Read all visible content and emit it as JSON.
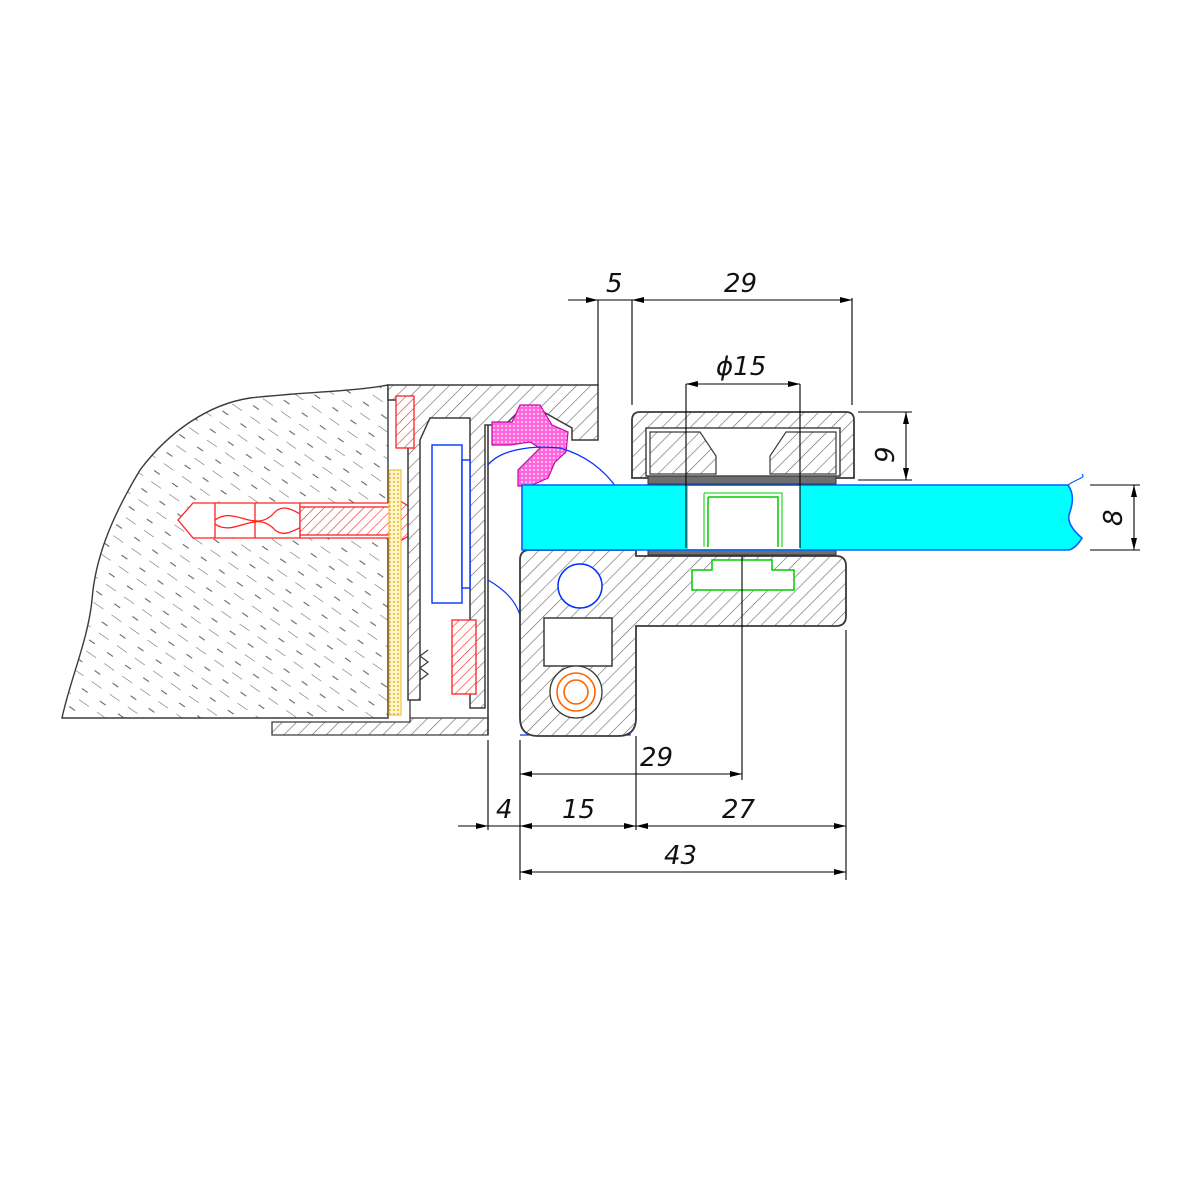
{
  "dimensions": {
    "top_gap": "5",
    "top_width": "29",
    "bore_diameter": "ϕ15",
    "clamp_height": "9",
    "glass_thickness": "8",
    "pin_offset": "29",
    "wall_gap": "4",
    "body_width": "15",
    "clamp_width": "27",
    "total_width": "43"
  },
  "colors": {
    "glass": "#00ffff",
    "glass_edge": "#0060ff",
    "anchor": "#ff2020",
    "seal": "#ff33cc",
    "filler": "#f0c040",
    "gasket": "#00cc00",
    "contour": "#0033ff",
    "pin": "#ff6600",
    "hatch": "#555555"
  }
}
